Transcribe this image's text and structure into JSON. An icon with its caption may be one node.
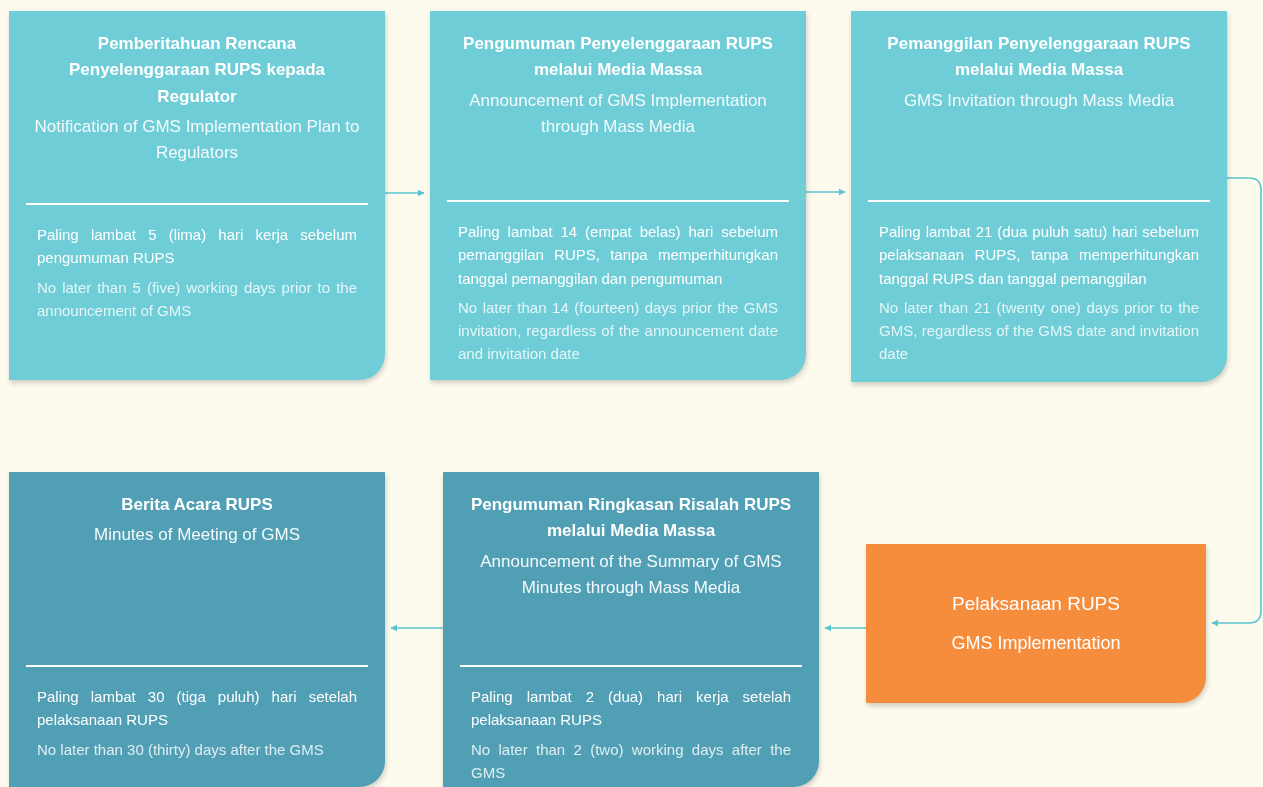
{
  "diagram": {
    "nodes": [
      {
        "text": [
          "Pemberitahuan Rencana Penyelenggaraan RUPS kepada Regulator",
          "Notification of GMS Implementation Plan to Regulators",
          "Paling lambat 5 (lima) hari kerja sebelum pengumuman RUPS",
          "No later than 5 (five) working days prior to the announcement of GMS"
        ]
      },
      {
        "text": [
          "Pengumuman Penyelenggaraan RUPS melalui Media Massa",
          "Announcement of GMS Implementation through Mass Media",
          "Paling lambat 14 (empat belas) hari sebelum pemanggilan RUPS, tanpa memperhitungkan tanggal pemanggilan dan pengumuman",
          "No later than 14 (fourteen) days prior the GMS invitation, regardless of the announcement date and invitation date"
        ]
      },
      {
        "text": [
          "Pemanggilan Penyelenggaraan RUPS melalui Media Massa",
          "GMS Invitation through Mass Media",
          "Paling lambat 21 (dua puluh satu) hari sebelum pelaksanaan RUPS, tanpa memperhitungkan tanggal RUPS dan tanggal pemanggilan",
          "No later than 21 (twenty one) days prior to the GMS, regardless of the GMS date and invitation date"
        ]
      },
      {
        "text": [
          "Berita Acara RUPS",
          "Minutes of Meeting of GMS",
          "Paling lambat 30 (tiga puluh) hari setelah pelaksanaan RUPS",
          "No later than 30 (thirty) days after the GMS"
        ]
      },
      {
        "text": [
          "Pengumuman Ringkasan Risalah RUPS melalui Media Massa",
          "Announcement of the Summary of GMS Minutes through Mass Media",
          "Paling lambat 2 (dua) hari kerja setelah pelaksanaan RUPS",
          "No later than 2 (two) working days after the GMS"
        ]
      },
      {
        "text": [
          "Pelaksanaan RUPS",
          "GMS Implementation"
        ]
      }
    ],
    "edges": [
      {
        "from": 0,
        "to": 1,
        "arrow": "to"
      },
      {
        "from": 1,
        "to": 2,
        "arrow": "to"
      },
      {
        "from": 2,
        "to": 5,
        "arrow": "to"
      },
      {
        "from": 5,
        "to": 4,
        "arrow": "to"
      },
      {
        "from": 4,
        "to": 3,
        "arrow": "to"
      }
    ]
  }
}
